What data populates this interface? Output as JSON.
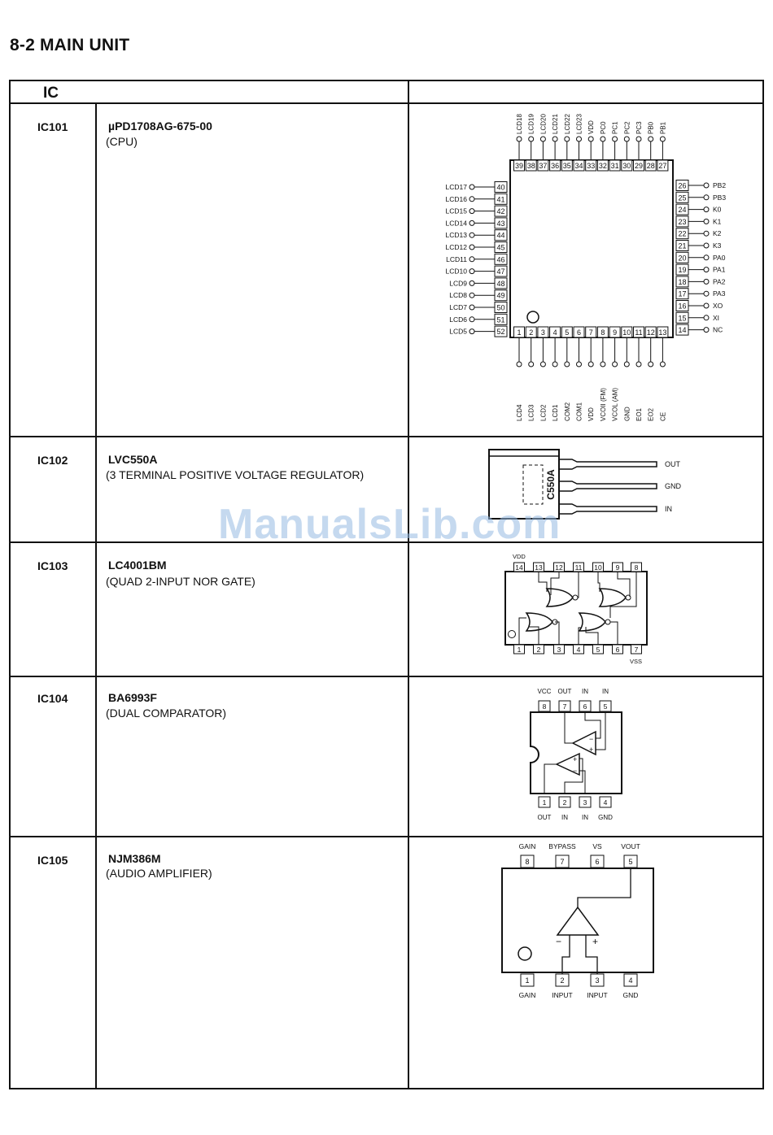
{
  "page": {
    "title": "8-2 MAIN UNIT",
    "watermark": "ManualsLib.com"
  },
  "table": {
    "header_left": "IC",
    "rows": [
      {
        "id": "IC101",
        "part": "µPD1708AG-675-00",
        "desc": "(CPU)"
      },
      {
        "id": "IC102",
        "part": "LVC550A",
        "desc": "(3 TERMINAL POSITIVE VOLTAGE REGULATOR)"
      },
      {
        "id": "IC103",
        "part": "LC4001BM",
        "desc": "(QUAD 2-INPUT NOR GATE)"
      },
      {
        "id": "IC104",
        "part": "BA6993F",
        "desc": "(DUAL COMPARATOR)"
      },
      {
        "id": "IC105",
        "part": "NJM386M",
        "desc": "(AUDIO AMPLIFIER)"
      }
    ]
  },
  "ic101": {
    "top_pins": [
      39,
      38,
      37,
      36,
      35,
      34,
      33,
      32,
      31,
      30,
      29,
      28,
      27
    ],
    "top_labels": [
      "LCD18",
      "LCD19",
      "LCD20",
      "LCD21",
      "LCD22",
      "LCD23",
      "VDD",
      "PC0",
      "PC1",
      "PC2",
      "PC3",
      "PB0",
      "PB1"
    ],
    "left_pins": [
      40,
      41,
      42,
      43,
      44,
      45,
      46,
      47,
      48,
      49,
      50,
      51,
      52
    ],
    "left_labels": [
      "LCD17",
      "LCD16",
      "LCD15",
      "LCD14",
      "LCD13",
      "LCD12",
      "LCD11",
      "LCD10",
      "LCD9",
      "LCD8",
      "LCD7",
      "LCD6",
      "LCD5"
    ],
    "right_pins": [
      26,
      25,
      24,
      23,
      22,
      21,
      20,
      19,
      18,
      17,
      16,
      15,
      14
    ],
    "right_labels": [
      "PB2",
      "PB3",
      "K0",
      "K1",
      "K2",
      "K3",
      "PA0",
      "PA1",
      "PA2",
      "PA3",
      "XO",
      "XI",
      "NC"
    ],
    "bottom_pins": [
      1,
      2,
      3,
      4,
      5,
      6,
      7,
      8,
      9,
      10,
      11,
      12,
      13
    ],
    "bottom_labels": [
      "LCD4",
      "LCD3",
      "LCD2",
      "LCD1",
      "COM2",
      "COM1",
      "VDD",
      "VCOII (FM)",
      "VCOL (AM)",
      "GND",
      "EO1",
      "EO2",
      "CE"
    ]
  },
  "ic102": {
    "marking": "C550A",
    "pins": [
      "OUT",
      "GND",
      "IN"
    ]
  },
  "ic103": {
    "top_pins": [
      14,
      13,
      12,
      11,
      10,
      9,
      8
    ],
    "bottom_pins": [
      1,
      2,
      3,
      4,
      5,
      6,
      7
    ],
    "vdd": "VDD",
    "vss": "VSS"
  },
  "ic104": {
    "top_pins": [
      8,
      7,
      6,
      5
    ],
    "top_labels": [
      "VCC",
      "OUT",
      "IN",
      "IN"
    ],
    "bottom_pins": [
      1,
      2,
      3,
      4
    ],
    "bottom_labels": [
      "OUT",
      "IN",
      "IN",
      "GND"
    ]
  },
  "ic105": {
    "top_pins": [
      8,
      7,
      6,
      5
    ],
    "top_labels": [
      "GAIN",
      "BYPASS",
      "VS",
      "VOUT"
    ],
    "bottom_pins": [
      1,
      2,
      3,
      4
    ],
    "bottom_labels": [
      "GAIN",
      "INPUT",
      "INPUT",
      "GND"
    ]
  }
}
